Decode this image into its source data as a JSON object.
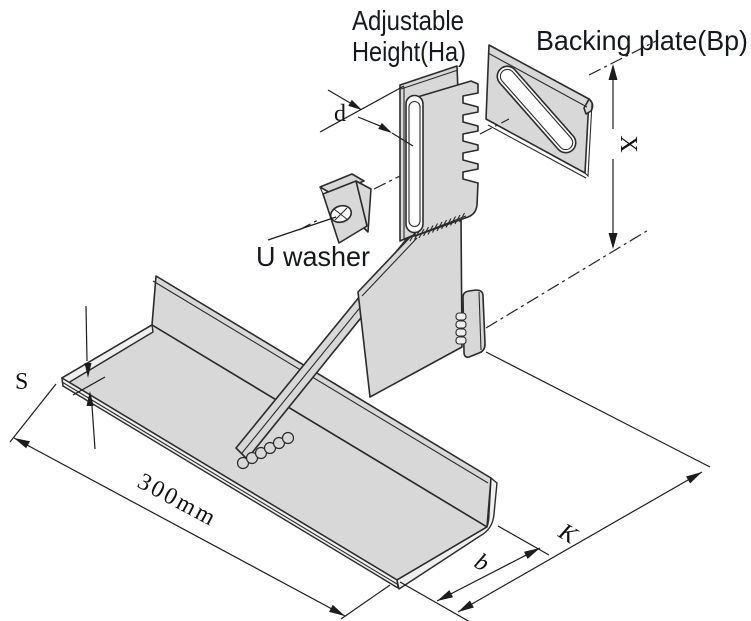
{
  "diagram": {
    "part_labels": {
      "adjustable_height_line1": "Adjustable",
      "adjustable_height_line2": "Height(Ha)",
      "backing_plate": "Backing plate(Bp)",
      "u_washer": "U washer"
    },
    "dimension_labels": {
      "d": "d",
      "x": "X",
      "s": "S",
      "length": "300mm",
      "b": "b",
      "k": "K"
    },
    "colors": {
      "part_fill": "#d8d8d8",
      "edge_fill": "#efefef",
      "outline": "#2b2b2b",
      "label_text": "#15181e",
      "background": "#ffffff"
    }
  }
}
